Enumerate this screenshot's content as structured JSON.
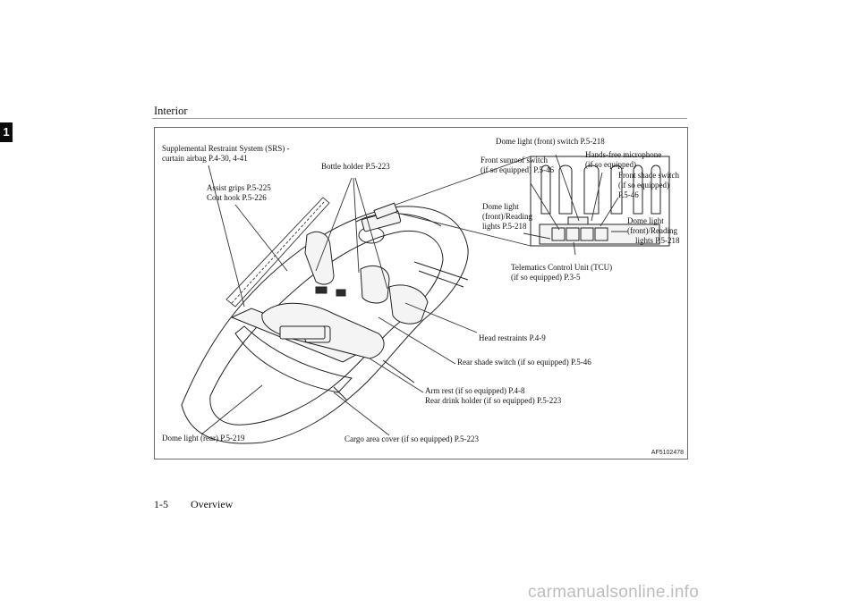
{
  "header": {
    "title": "Interior",
    "chapter_number": "1"
  },
  "figure": {
    "code": "AF5102478",
    "labels": {
      "srs_curtain": "Supplemental Restraint System (SRS) -\ncurtain airbag P.4-30, 4-41",
      "assist_grips": "Assist grips P.5-225\nCoat hook P.5-226",
      "bottle_holder": "Bottle holder P.5-223",
      "dome_front_switch": "Dome light (front) switch P.5-218",
      "front_sunroof": "Front sunroof switch\n(if so equipped) P.5-46",
      "handsfree": "Hands-free microphone\n(if so equipped)",
      "front_shade": "Front shade switch\n(if so equipped)\nP.5-46",
      "dome_reading_left": "Dome light\n(front)/Reading\nlights P.5-218",
      "dome_reading_right": "Dome light\n(front)/Reading\n    lights P.5-218",
      "tcu": "Telematics Control Unit (TCU)\n(if so equipped) P.3-5",
      "head_restraints": "Head restraints P.4-9",
      "rear_shade": "Rear shade switch (if so equipped) P.5-46",
      "arm_rest": "Arm rest (if so equipped) P.4-8\nRear drink holder (if so equipped) P.5-223",
      "dome_rear": "Dome light (rear) P.5-219",
      "cargo_cover": "Cargo area cover (if so equipped) P.5-223"
    }
  },
  "footer": {
    "page": "1-5",
    "section": "Overview"
  },
  "watermark": "carmanualsonline.info"
}
